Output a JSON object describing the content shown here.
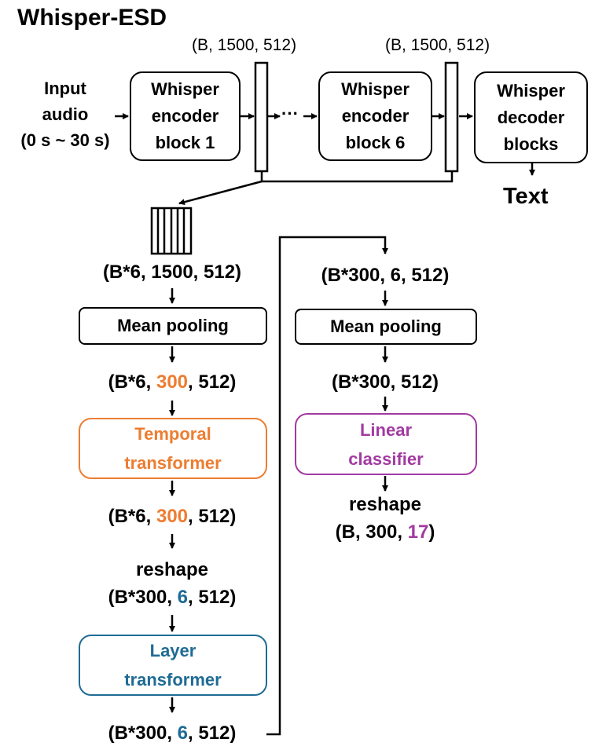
{
  "title": "Whisper-ESD",
  "top": {
    "input_lines": [
      "Input",
      "audio",
      "(0 s ~ 30 s)"
    ],
    "encoder1_lines": [
      "Whisper",
      "encoder",
      "block 1"
    ],
    "encoder6_lines": [
      "Whisper",
      "encoder",
      "block 6"
    ],
    "decoder_lines": [
      "Whisper",
      "decoder",
      "blocks"
    ],
    "dots": "···",
    "dim_left": "(B, 1500, 512)",
    "dim_right": "(B, 1500, 512)",
    "output": "Text"
  },
  "left_column": {
    "stack_shape": "(B*6, 1500, 512)",
    "mean_pooling": "Mean pooling",
    "pooled_shape": {
      "pre": "(B*6, ",
      "hl": "300",
      "post": ", 512)"
    },
    "temporal_lines": [
      "Temporal",
      "transformer"
    ],
    "temporal_shape": {
      "pre": "(B*6, ",
      "hl": "300",
      "post": ", 512)"
    },
    "reshape": "reshape",
    "reshaped_shape": {
      "pre": "(B*300, ",
      "hl": "6",
      "post": ", 512)"
    },
    "layer_lines": [
      "Layer",
      "transformer"
    ],
    "final_shape": {
      "pre": "(B*300, ",
      "hl": "6",
      "post": ", 512)"
    }
  },
  "right_column": {
    "input_shape": "(B*300, 6, 512)",
    "mean_pooling": "Mean pooling",
    "pooled_shape": "(B*300, 512)",
    "classifier_lines": [
      "Linear",
      "classifier"
    ],
    "reshape": "reshape",
    "output_shape": {
      "pre": "(B, 300, ",
      "hl": "17",
      "post": ")"
    }
  },
  "colors": {
    "temporal": "#ed7d31",
    "layer": "#1f6b94",
    "classifier": "#a23aa1"
  }
}
